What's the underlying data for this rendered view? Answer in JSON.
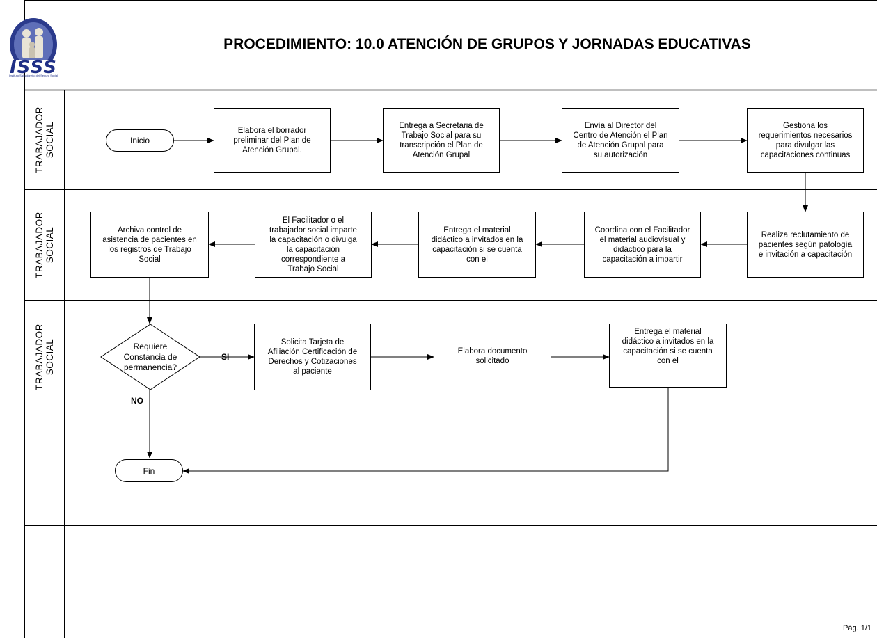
{
  "header": {
    "title": "PROCEDIMIENTO: 10.0 ATENCIÓN DE GRUPOS Y JORNADAS EDUCATIVAS",
    "logo_text": "ISSS",
    "logo_subtext": "Instituto Salvadoreño del Seguro Social"
  },
  "lanes": [
    {
      "label": "TRABAJADOR\nSOCIAL"
    },
    {
      "label": "TRABAJADOR\nSOCIAL"
    },
    {
      "label": "TRABAJADOR\nSOCIAL"
    }
  ],
  "nodes": {
    "inicio": "Inicio",
    "elabora_borrador": "Elabora el borrador\npreliminar del Plan de\nAtención Grupal.",
    "entrega_secretaria": "Entrega a Secretaria de\nTrabajo Social para su\ntranscripción el Plan de\nAtención Grupal",
    "envia_director": "Envía al  Director del\nCentro de Atención el Plan\nde Atención Grupal  para\nsu autorización",
    "gestiona_requerimientos": "Gestiona los\nrequerimientos necesarios\npara divulgar las\ncapacitaciones continuas",
    "realiza_reclutamiento": "Realiza reclutamiento de\npacientes según patología\ne invitación a capacitación",
    "coordina_facilitador": "Coordina con el Facilitador\nel material audiovisual y\ndidáctico para la\ncapacitación a impartir",
    "entrega_material_1": "Entrega el material\ndidáctico a invitados en la\ncapacitación si se cuenta\ncon el",
    "facilitador_imparte": "El  Facilitador o el\ntrabajador social  imparte\nla capacitación o divulga\nla capacitación\ncorrespondiente a\nTrabajo Social",
    "archiva_control": "Archiva control de\nasistencia de pacientes en\nlos registros  de Trabajo\nSocial",
    "requiere_constancia": "Requiere\nConstancia de\npermanencia?",
    "solicita_tarjeta": "Solicita Tarjeta de\nAfiliación  Certificación de\nDerechos y Cotizaciones\nal paciente",
    "elabora_documento": "Elabora documento\nsolicitado",
    "entrega_material_2": "Entrega el material\ndidáctico a invitados en la\ncapacitación si se cuenta\ncon el",
    "fin": "Fin"
  },
  "edge_labels": {
    "si": "SI",
    "no": "NO"
  },
  "footer": {
    "page": "Pág. 1/1"
  }
}
